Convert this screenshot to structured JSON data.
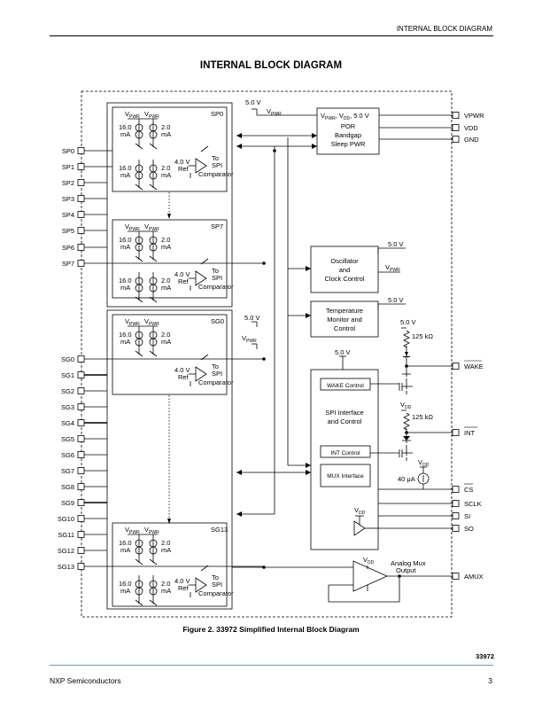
{
  "header": {
    "running_title": "INTERNAL BLOCK DIAGRAM"
  },
  "title": "INTERNAL BLOCK DIAGRAM",
  "caption": "Figure 2. 33972 Simplified Internal Block Diagram",
  "footer": {
    "doc_number": "33972",
    "company": "NXP Semiconductors",
    "page": "3"
  },
  "pins_left": [
    "SP0",
    "SP1",
    "SP2",
    "SP3",
    "SP4",
    "SP5",
    "SP6",
    "SP7",
    "SG0",
    "SG1",
    "SG2",
    "SG3",
    "SG4",
    "SG5",
    "SG6",
    "SG7",
    "SG8",
    "SG9",
    "SG10",
    "SG11",
    "SG12",
    "SG13"
  ],
  "pins_right": [
    "VPWR",
    "VDD",
    "GND",
    "WAKE",
    "INT",
    "CS",
    "SCLK",
    "SI",
    "SO",
    "AMUX"
  ],
  "channels": [
    {
      "name": "SP0"
    },
    {
      "name": "SP7"
    },
    {
      "name": "SG0"
    },
    {
      "name": "SG13"
    }
  ],
  "channel_labels": {
    "vpwr": "V",
    "pwr_sub": "PWR",
    "src_high": "16.0",
    "src_low": "2.0",
    "unit": "mA",
    "ref": "4.0 V",
    "ref_short": "Ref",
    "to": "To",
    "spi": "SPI",
    "comparator": "Comparator"
  },
  "blocks": {
    "por": {
      "line1": "V",
      "line1_sub": "PWR",
      "line1b": ", V",
      "line1b_sub": "DD",
      "line1c": ", 5.0 V",
      "line2": "POR",
      "line3": "Bandgap",
      "line4": "Sleep PWR"
    },
    "oscillator": {
      "line1": "Oscillator",
      "line2": "and",
      "line3": "Clock Control"
    },
    "temperature": {
      "line1": "Temperature",
      "line2": "Monitor and",
      "line3": "Control"
    },
    "spi": {
      "line1": "SPI Interface",
      "line2": "and Control",
      "wake_ctrl": "WAKE Control",
      "int_ctrl": "INT Control",
      "mux_iface": "MUX Interface"
    },
    "amux": {
      "line1": "Analog Mux",
      "line2": "Output"
    }
  },
  "supply_labels": {
    "v5": "5.0 V",
    "vpwr": "V",
    "vpwr_sub": "PWR",
    "vdd": "V",
    "vdd_sub": "DD"
  },
  "component_labels": {
    "r125": "125 kΩ",
    "i40": "40 μA"
  }
}
